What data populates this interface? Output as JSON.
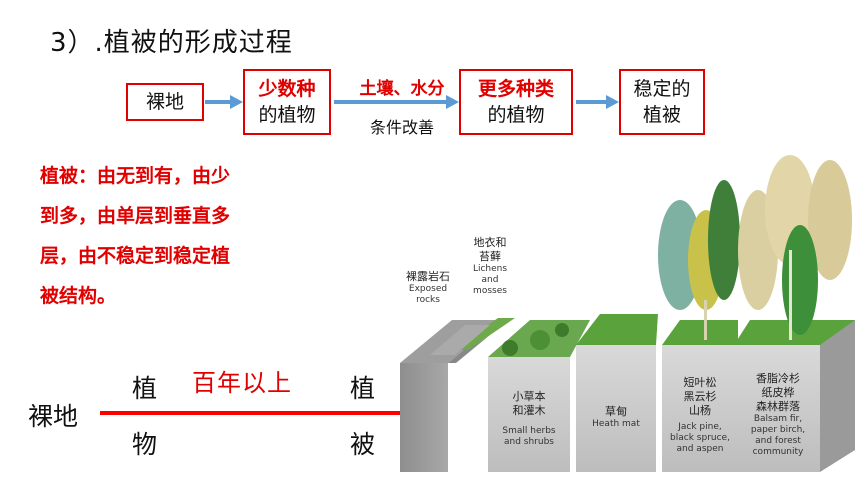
{
  "title": "3）.植被的形成过程",
  "flow": {
    "box1": "裸地",
    "box2_line1": "少数种",
    "box2_line2": "的植物",
    "mid_top": "土壤、水分",
    "mid_bottom": "条件改善",
    "box3_line1": "更多种类",
    "box3_line2": "的植物",
    "box4_line1": "稳定的",
    "box4_line2": "植被"
  },
  "summary": {
    "line1": "植被：由无到有，由少",
    "line2": "到多，由单层到垂直多",
    "line3": "层，由不稳定到稳定植",
    "line4": "被结构。"
  },
  "bottom": {
    "left_label": "裸地",
    "over_char1": "植",
    "under_char1": "物",
    "middle_text": "百年以上",
    "over_char2": "植",
    "under_char2": "被"
  },
  "illustration": {
    "label_lichens_zh_1": "地衣和",
    "label_lichens_zh_2": "苔藓",
    "label_lichens_en_1": "Lichens",
    "label_lichens_en_2": "and",
    "label_lichens_en_3": "mosses",
    "label_rocks_zh": "裸露岩石",
    "label_rocks_en_1": "Exposed",
    "label_rocks_en_2": "rocks",
    "herbs_zh_1": "小草本",
    "herbs_zh_2": "和灌木",
    "herbs_en_1": "Small herbs",
    "herbs_en_2": "and shrubs",
    "heath_zh": "草甸",
    "heath_en": "Heath mat",
    "jack_zh_1": "短叶松",
    "jack_zh_2": "黑云杉",
    "jack_zh_3": "山杨",
    "jack_en_1": "Jack pine,",
    "jack_en_2": "black spruce,",
    "jack_en_3": "and aspen",
    "balsam_zh_1": "香脂冷杉",
    "balsam_zh_2": "纸皮桦",
    "balsam_zh_3": "森林群落",
    "balsam_en_1": "Balsam fir,",
    "balsam_en_2": "paper birch,",
    "balsam_en_3": "and forest",
    "balsam_en_4": "community"
  },
  "colors": {
    "accent_red": "#e00000",
    "arrow_blue": "#5b9bd5",
    "block_grey": "#c9c9c9",
    "grass_green": "#5aa33c"
  }
}
